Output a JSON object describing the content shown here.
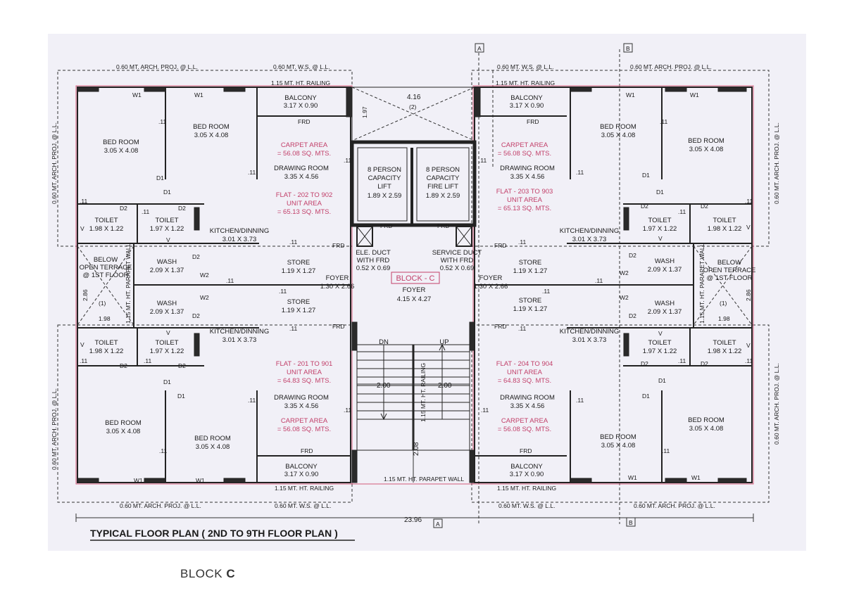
{
  "plan_title": "TYPICAL FLOOR PLAN ( 2ND TO 9TH FLOOR PLAN )",
  "caption": {
    "prefix": "BLOCK ",
    "letter": "C"
  },
  "dims": {
    "overall": "23.96",
    "lift_width": "4.16",
    "lift_count": "(2)",
    "left_depth": "1.97",
    "stair_width": "2.00",
    "stair_depth": "2.08",
    "terrace_h": "2.86",
    "terrace_w": "1.98",
    "terrace_count": "(1)"
  },
  "notes": {
    "arch_proj": "0.60 MT. ARCH. PROJ. @ L.L.",
    "ws": "0.60 MT. W.S. @ L.L.",
    "railing": "1.15 MT. HT. RAILING",
    "parapet": "1.15 MT. HT. PARAPET WALL",
    "stair_railing": "1.15 MT. HT. RAILING",
    "parapet_vertical": "1.15 MT. HT. PARAPET WALL"
  },
  "grid": {
    "a": "A",
    "b": "B"
  },
  "rooms": {
    "bed_room": "BED ROOM",
    "bed_dim1": "3.05 X 4.08",
    "toilet": "TOILET",
    "toilet_a": "1.98 X 1.22",
    "toilet_b": "1.97 X 1.22",
    "balcony": "BALCONY",
    "balcony_dim": "3.17 X 0.90",
    "drawing": "DRAWING ROOM",
    "drawing_dim": "3.35 X 4.56",
    "kitchen": "KITCHEN/DINNING",
    "kitchen_dim": "3.01 X 3.73",
    "wash": "WASH",
    "wash_dim": "2.09 X 1.37",
    "store": "STORE",
    "store_dim": "1.19 X 1.27",
    "foyer": "FOYER",
    "foyer_dim": "1.30 X 2.66",
    "foyer_c_dim": "4.15 X 4.27",
    "lift_1": [
      "8 PERSON",
      "CAPACITY",
      "LIFT",
      "1.89 X 2.59"
    ],
    "lift_2": [
      "8 PERSON",
      "CAPACITY",
      "FIRE LIFT",
      "1.89 X 2.59"
    ],
    "ele_duct": [
      "ELE. DUCT",
      "WITH FRD",
      "0.52 X 0.69"
    ],
    "service_duct": [
      "SERVICE DUCT",
      "WITH FRD",
      "0.52 X 0.69"
    ],
    "block_label": "BLOCK - C",
    "terrace": [
      "BELOW",
      "OPEN TERRACE",
      "@ 1ST FLOOR"
    ],
    "dn": "DN",
    "up": "UP"
  },
  "areas": {
    "carpet_label": "CARPET AREA",
    "carpet_val": "= 56.08 SQ. MTS.",
    "unit_label": "UNIT AREA",
    "flat_202": "FLAT - 202 TO 902",
    "unit_202": "= 65.13 SQ. MTS.",
    "flat_203": "FLAT - 203 TO 903",
    "unit_203": "= 65.13 SQ. MTS.",
    "flat_201": "FLAT - 201 TO 901",
    "unit_201": "= 64.83 SQ. MTS.",
    "flat_204": "FLAT - 204 TO 904",
    "unit_204": "= 64.83 SQ. MTS."
  },
  "tags": {
    "w1": "W1",
    "w2": "W2",
    "d1": "D1",
    "d2": "D2",
    "v": "V",
    "frd": "FRD",
    "eleven": ".11"
  }
}
